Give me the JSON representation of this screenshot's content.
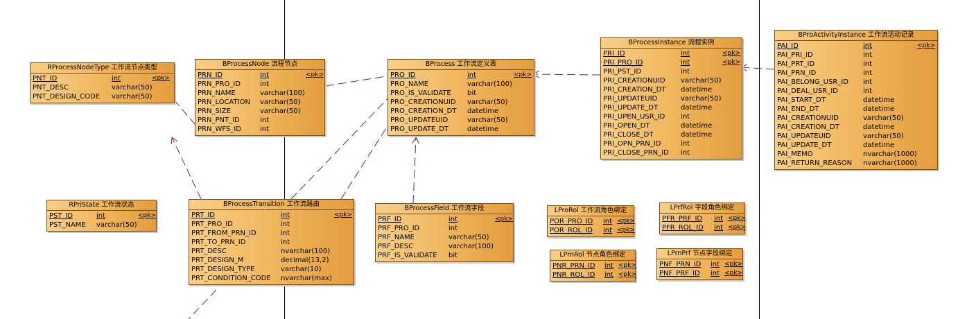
{
  "entities": [
    {
      "id": "rprocessnodetype",
      "title": "RProcessNodeType 工作流节点类型",
      "rows": [
        [
          "PNT_ID",
          "int",
          "<pk>"
        ],
        [
          "PNT_DESC",
          "varchar(50)",
          ""
        ],
        [
          "PNT_DESIGN_CODE",
          "varchar(50)",
          ""
        ]
      ]
    },
    {
      "id": "bprocessnode",
      "title": "BProcessNode 流程节点",
      "rows": [
        [
          "PRN_ID",
          "int",
          "<pk>"
        ],
        [
          "PRN_PRO_ID",
          "int",
          ""
        ],
        [
          "PRN_NAME",
          "varchar(100)",
          ""
        ],
        [
          "PRN_LOCATION",
          "varchar(50)",
          ""
        ],
        [
          "PRN_SIZE",
          "varchar(50)",
          ""
        ],
        [
          "PRN_PNT_ID",
          "int",
          ""
        ],
        [
          "PRN_WFS_ID",
          "int",
          ""
        ]
      ]
    },
    {
      "id": "bprocess",
      "title": "BProcess 工作流定义表",
      "rows": [
        [
          "PRO_ID",
          "int",
          "<pk>"
        ],
        [
          "PRO_NAME",
          "varchar(100)",
          ""
        ],
        [
          "PRO_IS_VALIDATE",
          "bit",
          ""
        ],
        [
          "PRO_CREATIONUID",
          "varchar(50)",
          ""
        ],
        [
          "PRO_CREATION_DT",
          "datetime",
          ""
        ],
        [
          "PRO_UPDATEUID",
          "varchar(50)",
          ""
        ],
        [
          "PRO_UPDATE_DT",
          "datetime",
          ""
        ]
      ]
    },
    {
      "id": "bprocessinstance",
      "title": "BProcessInstance 流程实例",
      "pk_rows": 2,
      "rows": [
        [
          "PRI_ID",
          "int",
          "<pk>"
        ],
        [
          "PRI_PRO_ID",
          "int",
          "<pk>"
        ],
        [
          "PRI_PST_ID",
          "int",
          ""
        ],
        [
          "PRI_CREATIONUID",
          "varchar(50)",
          ""
        ],
        [
          "PRI_CREATION_DT",
          "datetime",
          ""
        ],
        [
          "PRI_UPDATEUID",
          "varchar(50)",
          ""
        ],
        [
          "PRI_UPDATE_DT",
          "datetime",
          ""
        ],
        [
          "PRI_UPEN_USR_ID",
          "int",
          ""
        ],
        [
          "PRI_OPEN_DT",
          "datetime",
          ""
        ],
        [
          "PRI_CLOSE_DT",
          "datetime",
          ""
        ],
        [
          "PRI_OPN_PRN_ID",
          "int",
          ""
        ],
        [
          "PRI_CLOSE_PRN_ID",
          "int",
          ""
        ]
      ]
    },
    {
      "id": "bproactivityinstance",
      "title": "BProActivityInstance 工作流活动记录",
      "rows": [
        [
          "PAI_ID",
          "int",
          "<pk>"
        ],
        [
          "PAI_PRI_ID",
          "int",
          ""
        ],
        [
          "PAI_PRT_ID",
          "int",
          ""
        ],
        [
          "PAI_PRN_ID",
          "int",
          ""
        ],
        [
          "PAI_BELONG_USR_ID",
          "int",
          ""
        ],
        [
          "PAI_DEAL_USR_ID",
          "int",
          ""
        ],
        [
          "PAI_START_DT",
          "datetime",
          ""
        ],
        [
          "PAI_END_DT",
          "datetime",
          ""
        ],
        [
          "PAI_CREATIONUID",
          "varchar(50)",
          ""
        ],
        [
          "PAI_CREATION_DT",
          "datetime",
          ""
        ],
        [
          "PAI_UPDATEUID",
          "varchar(50)",
          ""
        ],
        [
          "PAI_UPDATE_DT",
          "datetime",
          ""
        ],
        [
          "PAI_MEMO",
          "nvarchar(1000)",
          ""
        ],
        [
          "PAI_RETURN_REASON",
          "nvarchar(1000)",
          ""
        ]
      ]
    },
    {
      "id": "rpristate",
      "title": "RPriState 工作流状态",
      "rows": [
        [
          "PST_ID",
          "int",
          "<pk>"
        ],
        [
          "PST_NAME",
          "varchar(50)",
          ""
        ]
      ]
    },
    {
      "id": "bprocesstransition",
      "title": "BProcessTransition 工作流路由",
      "rows": [
        [
          "PRT_ID",
          "int",
          "<pk>"
        ],
        [
          "PRT_PRO_ID",
          "int",
          ""
        ],
        [
          "PRT_FROM_PRN_ID",
          "int",
          ""
        ],
        [
          "PRT_TO_PRN_ID",
          "int",
          ""
        ],
        [
          "PRT_DESC",
          "nvarchar(100)",
          ""
        ],
        [
          "PRT_DESIGN_M",
          "decimal(13,2)",
          ""
        ],
        [
          "PRT_DESIGN_TYPE",
          "varchar(10)",
          ""
        ],
        [
          "PRT_CONDITION_CODE",
          "nvarchar(max)",
          ""
        ]
      ]
    },
    {
      "id": "bprocessfield",
      "title": "BProcessField 工作流字段",
      "rows": [
        [
          "PRF_ID",
          "int",
          "<pk>"
        ],
        [
          "PRF_PRO_ID",
          "int",
          ""
        ],
        [
          "PRF_NAME",
          "varchar(50)",
          ""
        ],
        [
          "PRF_DESC",
          "varchar(100)",
          ""
        ],
        [
          "PRF_IS_VALIDATE",
          "bit",
          ""
        ]
      ]
    },
    {
      "id": "lprorol",
      "title": "LProRol 工作流角色绑定",
      "pk_rows": 2,
      "rows": [
        [
          "POR_PRO_ID",
          "int",
          "<pk>"
        ],
        [
          "POR_ROL_ID",
          "int",
          "<pk>"
        ]
      ]
    },
    {
      "id": "lprfrol",
      "title": "LPrfRol 字段角色绑定",
      "pk_rows": 2,
      "rows": [
        [
          "PFR_PRF_ID",
          "int",
          "<pk>"
        ],
        [
          "PFR_ROL_ID",
          "int",
          "<pk>"
        ]
      ]
    },
    {
      "id": "lprnrol",
      "title": "LPrnRol 节点角色绑定",
      "pk_rows": 2,
      "rows": [
        [
          "PNR_PRN_ID",
          "int",
          "<pk>"
        ],
        [
          "PNR_ROL_ID",
          "int",
          "<pk>"
        ]
      ]
    },
    {
      "id": "lprnprf",
      "title": "LPrnPrf 节点字段绑定",
      "pk_rows": 2,
      "rows": [
        [
          "PNF_PRN_ID",
          "int",
          "<pk>"
        ],
        [
          "PNF_PRF_ID",
          "int",
          "<pk>"
        ]
      ]
    }
  ],
  "colors": {
    "entity_fill_light": "#f8cf88",
    "entity_fill_dark": "#e39d3e",
    "entity_border": "#7a4c10",
    "link": "#8b1a5a"
  }
}
